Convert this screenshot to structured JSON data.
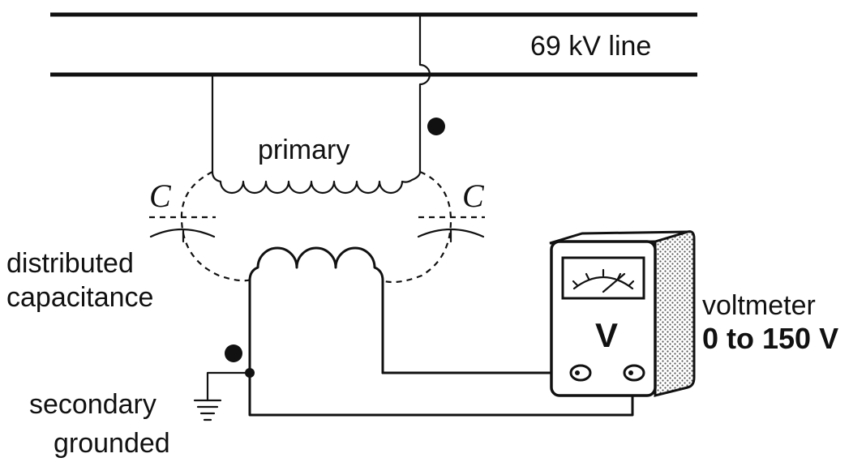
{
  "labels": {
    "line": "69 kV line",
    "primary": "primary",
    "capacitance_symbol_left": "C",
    "capacitance_symbol_right": "C",
    "distributed_line1": "distributed",
    "distributed_line2": "capacitance",
    "voltmeter": "voltmeter",
    "voltmeter_range": "0 to 150 V",
    "meter_face_letter": "V",
    "secondary_line1": "secondary",
    "secondary_line2": "grounded"
  },
  "colors": {
    "ink": "#111111",
    "background": "#ffffff",
    "meter_side": "#cfcfcf"
  }
}
